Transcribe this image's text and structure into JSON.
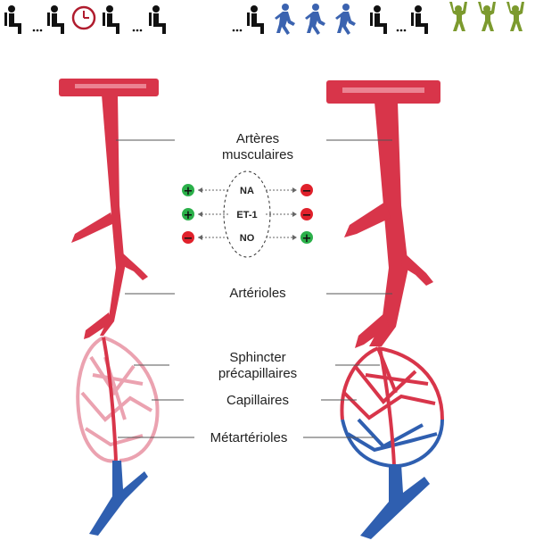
{
  "labels": {
    "arteres_line1": "Artères",
    "arteres_line2": "musculaires",
    "arterioles": "Artérioles",
    "sphincter_line1": "Sphincter",
    "sphincter_line2": "précapillaires",
    "capillaires": "Capillaires",
    "metarterioles": "Métartérioles"
  },
  "regulators": [
    {
      "name": "NA",
      "left_sign": "+",
      "right_sign": "−"
    },
    {
      "name": "ET-1",
      "left_sign": "+",
      "right_sign": "−"
    },
    {
      "name": "NO",
      "left_sign": "−",
      "right_sign": "+"
    }
  ],
  "colors": {
    "artery": "#d8354a",
    "artery_pale": "#eba2b0",
    "vein": "#2f5fb0",
    "plus": "#2bb04a",
    "minus": "#e0212b",
    "active_figure": "#3b63b0",
    "exercise_figure": "#7c9a2e",
    "rest_figure": "#111111",
    "clock": "#b01c2e"
  },
  "icons": {
    "left_sequence": [
      "seated-person-icon",
      "seated-person-icon",
      "clock-icon",
      "seated-person-icon",
      "seated-person-icon"
    ],
    "right_sequence": [
      "seated-person-icon",
      "walking-person-icon",
      "walking-person-icon",
      "walking-person-icon",
      "seated-person-icon",
      "seated-person-icon",
      "exercising-person-icon",
      "exercising-person-icon",
      "exercising-person-icon"
    ]
  }
}
